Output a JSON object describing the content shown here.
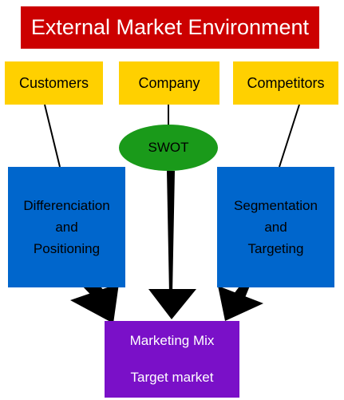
{
  "title": "External Market Environment",
  "top_boxes": {
    "customers": "Customers",
    "company": "Company",
    "competitors": "Competitors"
  },
  "center": "SWOT",
  "left_box": {
    "line1": "Differenciation",
    "line2": "and",
    "line3": "Positioning"
  },
  "right_box": {
    "line1": "Segmentation",
    "line2": "and",
    "line3": "Targeting"
  },
  "bottom_box": {
    "line1": "Marketing Mix",
    "line2": "Target market"
  },
  "colors": {
    "title_bg": "#cc0000",
    "top_boxes_bg": "#ffd000",
    "side_boxes_bg": "#0066cc",
    "swot_bg": "#1a9a1a",
    "bottom_box_bg": "#7a10c8"
  }
}
